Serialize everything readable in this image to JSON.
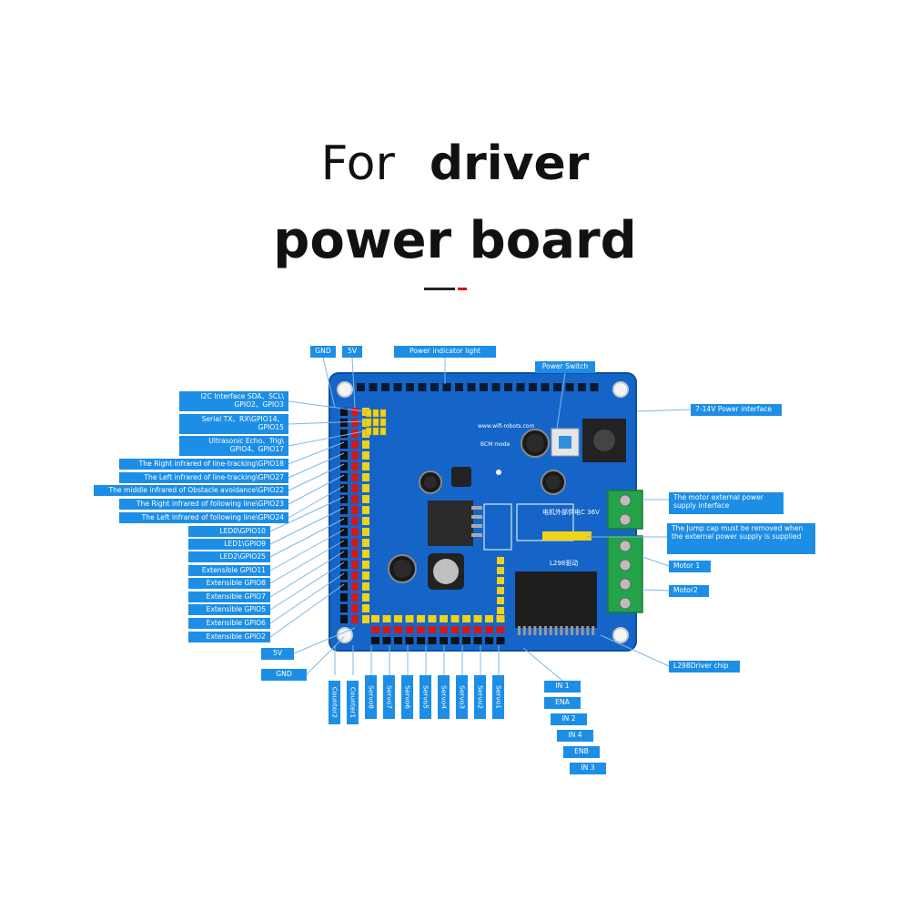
{
  "title": {
    "line1_light": "For",
    "line1_bold": "driver",
    "line2": "power board"
  },
  "board_silkscreen": {
    "model": "BCM mode",
    "website": "www.wifi-robots.com",
    "chip_label": "L298驱动",
    "header_note": "电机外部供电C 36V"
  },
  "labels": {
    "gnd_top": "GND",
    "v5_top": "5V",
    "power_indicator": "Power indicator light",
    "power_switch": "Power Switch",
    "power_interface": "7-14V Power interface",
    "i2c": "I2C Interface SDA、SCL\\ GPIO2、GPIO3",
    "serial": "Serial TX、RX\\GPIO14、GPIO15",
    "ultrasonic": "Ultrasonic Echo、Trig\\ GPIO4、GPIO17",
    "right_ir_tracking": "The Right infrared of line-tracking\\GPIO18",
    "left_ir_tracking": "The Left infrared of line-tracking\\GPIO27",
    "middle_ir_obstacle": "The middle infrared of Obstacle avoidance\\GPIO22",
    "right_ir_following": "The Right infrared of following line\\GPIO23",
    "left_ir_following": "The Left infrared of following line\\GPIO24",
    "led0": "LED0\\GPIO10",
    "led1": "LED1\\GPIO9",
    "led2": "LED2\\GPIO25",
    "ext11": "Extensible GPIO11",
    "ext8": "Extensible GPIO8",
    "ext7": "Extensible GPIO7",
    "ext5": "Extensible GPIO5",
    "ext6": "Extensible GPIO6",
    "ext2": "Extensible GPIO2",
    "v5_bottom": "5V",
    "gnd_bottom": "GND",
    "motor_ext_power": "The motor external power supply interface",
    "jump_cap": "The Jump cap must be removed when the external power supply is supplied",
    "motor1": "Motor 1",
    "motor2": "Motor2",
    "l298_chip": "L298Driver chip",
    "in1": "IN 1",
    "ena": "ENA",
    "in2": "IN 2",
    "in4": "IN 4",
    "enb": "ENB",
    "in3": "IN 3"
  },
  "bottom_vertical_labels": [
    "Counter2",
    "Counter1",
    "Servo8",
    "Servo7",
    "Servo6",
    "Servo5",
    "Servo4",
    "Servo3",
    "Servo2",
    "Servo1"
  ],
  "colors": {
    "label_bg": "#1d8ee6",
    "leader_line": "#7fb8e8",
    "board": "#1565c8",
    "board_edge": "#0d4f9f",
    "accent_red": "#dd1111"
  }
}
